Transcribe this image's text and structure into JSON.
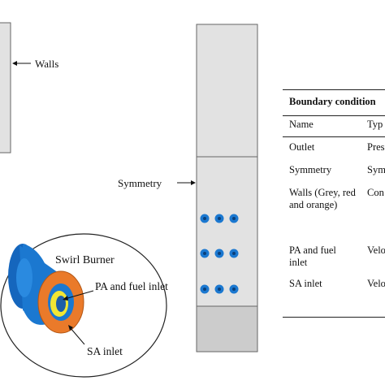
{
  "labels": {
    "walls": "Walls",
    "symmetry": "Symmetry",
    "swirl_burner": "Swirl Burner",
    "pa_fuel_inlet": "PA and fuel inlet",
    "sa_inlet": "SA inlet"
  },
  "table": {
    "title": "Boundary condition",
    "headers": [
      "Name",
      "Typ"
    ],
    "rows": [
      {
        "name": "Outlet",
        "type": "Pres"
      },
      {
        "name": "Symmetry",
        "type": "Sym"
      },
      {
        "name": "Walls (Grey, red and orange)",
        "type": "Con"
      },
      {
        "name": "PA and fuel inlet",
        "type": "Velo"
      },
      {
        "name": "SA inlet",
        "type": "Velo"
      }
    ]
  },
  "colors": {
    "wall_grey": "#e2e2e2",
    "outlet_grey": "#cccccc",
    "burner_blue": "#1b78d0",
    "sa_orange": "#ea7a2a",
    "pa_yellow": "#f2e634"
  }
}
